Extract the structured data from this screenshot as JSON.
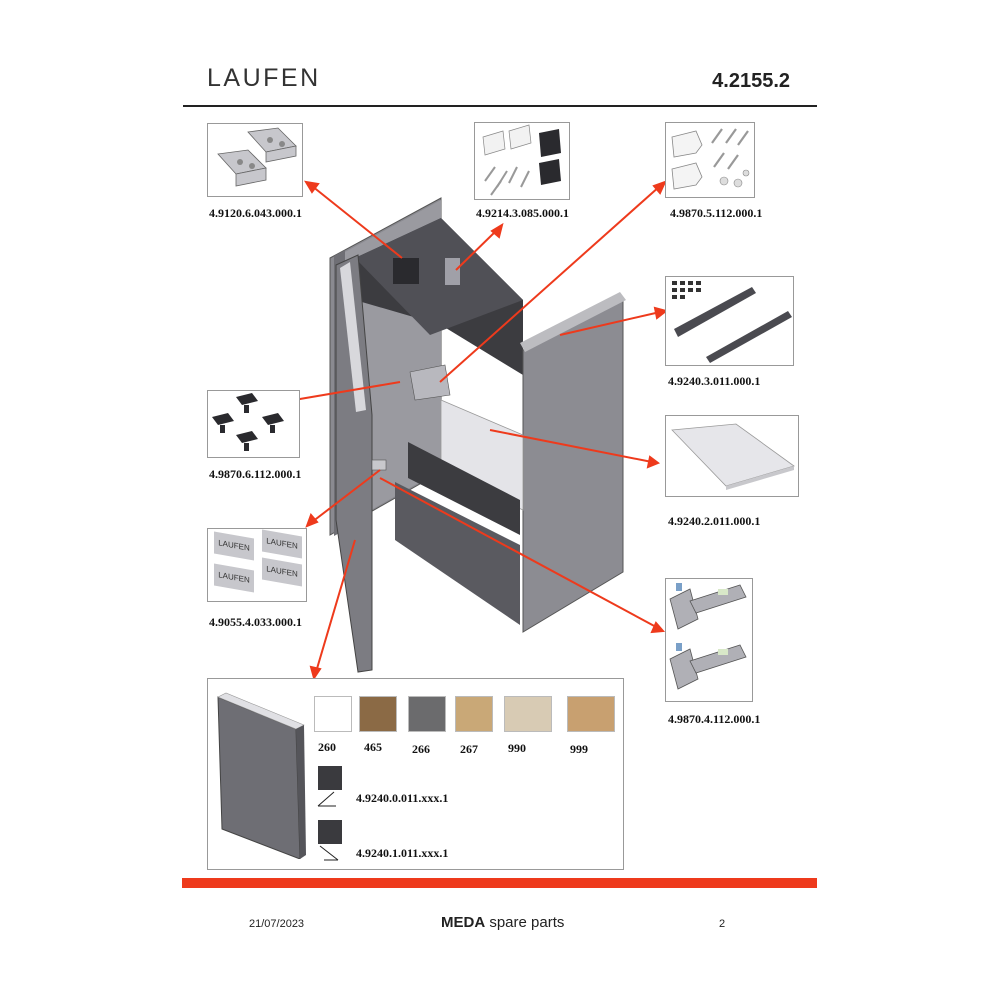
{
  "header": {
    "brand": "LAUFEN",
    "document_number": "4.2155.2"
  },
  "parts": {
    "hinge_plates": "4.9120.6.043.000.1",
    "fixing_set": "4.9214.3.085.000.1",
    "wall_brackets": "4.9870.5.112.000.1",
    "rails": "4.9240.3.011.000.1",
    "shelf_connectors": "4.9870.6.112.000.1",
    "glass_shelf": "4.9240.2.011.000.1",
    "logo_labels": "4.9055.4.033.000.1",
    "hinges": "4.9870.4.112.000.1"
  },
  "logo_label_text": [
    "LAUFEN",
    "LAUFEN",
    "LAUFEN",
    "LAUFEN"
  ],
  "door": {
    "colors": [
      {
        "code": "260",
        "color": "#ffffff"
      },
      {
        "code": "465",
        "color": "#8b6a45"
      },
      {
        "code": "266",
        "color": "#6b6b6d"
      },
      {
        "code": "267",
        "color": "#c9a877"
      },
      {
        "code": "990",
        "color": "#d8cbb4"
      },
      {
        "code": "999",
        "color": "#c8a070"
      }
    ],
    "left_door_part": "4.9240.0.011.xxx.1",
    "right_door_part": "4.9240.1.011.xxx.1"
  },
  "footer": {
    "date": "21/07/2023",
    "title_bold": "MEDA",
    "title_rest": " spare parts",
    "page": "2"
  },
  "colors": {
    "accent_red": "#ee3a1c",
    "cabinet_grey": "#7a7a80"
  }
}
